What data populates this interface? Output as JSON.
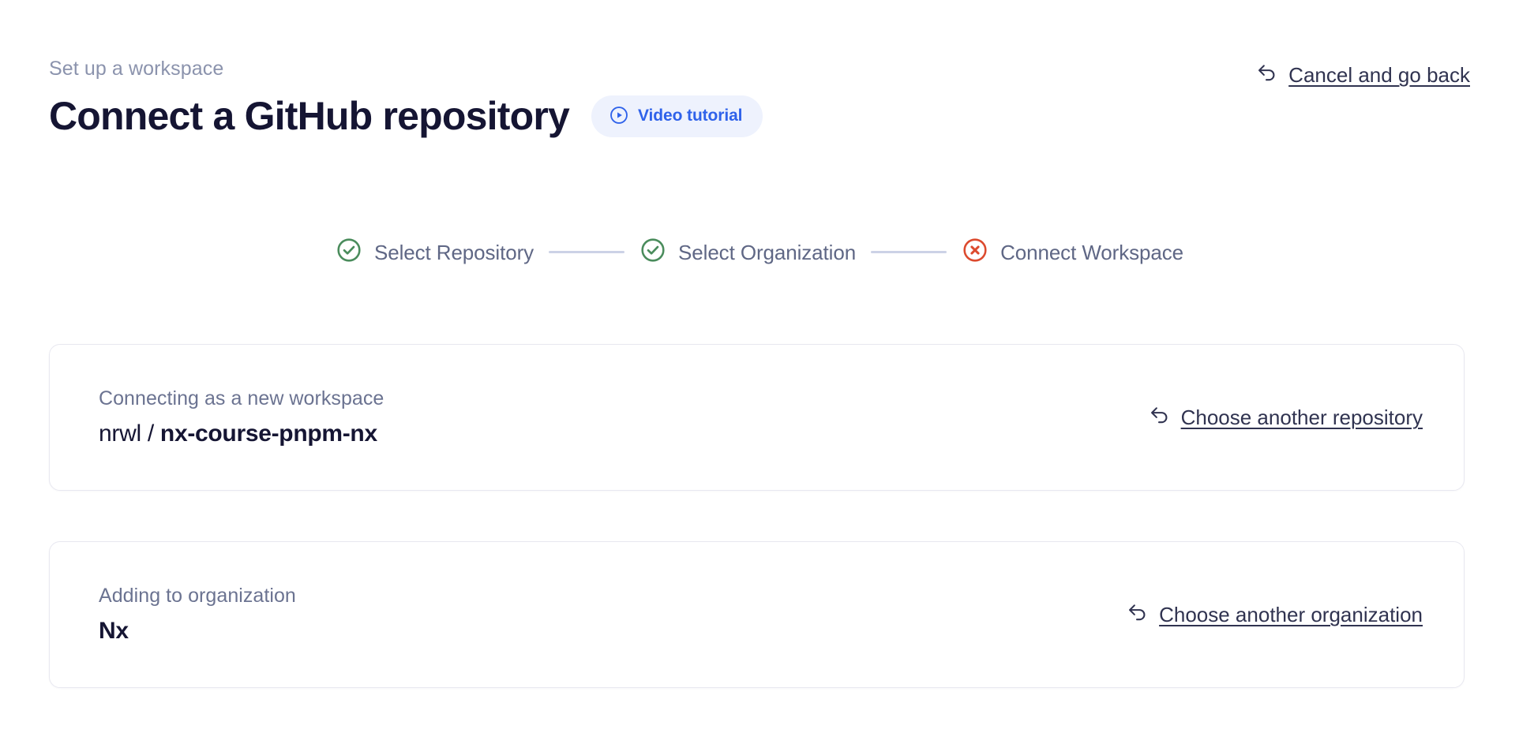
{
  "header": {
    "eyebrow": "Set up a workspace",
    "title": "Connect a GitHub repository",
    "video_badge_label": "Video tutorial",
    "video_badge_icon": "play-circle-icon",
    "cancel_label": "Cancel and go back",
    "cancel_icon": "arrow-uturn-left-icon"
  },
  "colors": {
    "accent_blue": "#2f62ea",
    "badge_background": "#eef2fd",
    "success_green": "#4a8c5c",
    "error_red": "#dc4a2e",
    "connector_gray": "#ccd2e6",
    "title_dark": "#151533",
    "muted_text": "#6b7391",
    "link_text": "#303350",
    "card_border": "#e8e8f0"
  },
  "stepper": {
    "steps": [
      {
        "label": "Select Repository",
        "state": "complete",
        "icon": "check-circle-icon"
      },
      {
        "label": "Select Organization",
        "state": "complete",
        "icon": "check-circle-icon"
      },
      {
        "label": "Connect Workspace",
        "state": "error",
        "icon": "x-circle-icon"
      }
    ]
  },
  "cards": [
    {
      "caption": "Connecting as a new workspace",
      "value_owner": "nrwl / ",
      "value_repo": "nx-course-pnpm-nx",
      "link_label": "Choose another repository",
      "link_icon": "arrow-uturn-left-icon"
    },
    {
      "caption": "Adding to organization",
      "value": "Nx",
      "link_label": "Choose another organization",
      "link_icon": "arrow-uturn-left-icon"
    }
  ]
}
